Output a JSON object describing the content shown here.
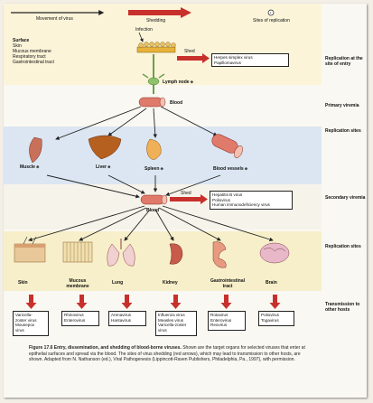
{
  "legend": {
    "movement": "Movement of virus",
    "shedding": "Shedding",
    "sites": "Sites of replication"
  },
  "entry": {
    "surface": "Surface",
    "items": [
      "Skin",
      "Mucous membrane",
      "Respiratory tract",
      "Gastrointestinal tract"
    ],
    "infection": "Infection",
    "shed": "Shed",
    "shed_viruses": [
      "Herpes simplex virus",
      "Papillomavirus"
    ],
    "lymph_node": "Lymph node",
    "blood": "Blood"
  },
  "replication_sites": [
    "Muscle",
    "Liver",
    "Spleen",
    "Blood vessels"
  ],
  "secondary": {
    "blood": "Blood",
    "shed": "Shed",
    "shed_viruses": [
      "Hepatitis B virus",
      "Poliovirus",
      "Human immunodeficiency virus"
    ]
  },
  "tissues": [
    {
      "label": "Skin",
      "viruses": [
        "Varicella-",
        "zoster virus",
        "Mousepox",
        "virus"
      ]
    },
    {
      "label": "Mucous membrane",
      "viruses": [
        "Rhinovirus",
        "Enterovirus"
      ]
    },
    {
      "label": "Lung",
      "viruses": [
        "Arenavirus",
        "Hantavirus"
      ]
    },
    {
      "label": "Kidney",
      "viruses": [
        "Influenza virus",
        "Measles virus",
        "Varicella-zoster",
        "virus"
      ]
    },
    {
      "label": "Gastrointestinal tract",
      "viruses": [
        "Rotavirus",
        "Enterovirus",
        "Reovirus"
      ]
    },
    {
      "label": "Brain",
      "viruses": [
        "Poliovirus",
        "Togavirus"
      ]
    }
  ],
  "side_labels": {
    "rep_entry": "Replication at the site of entry",
    "primary": "Primary viremia",
    "rep_sites": "Replication sites",
    "secondary": "Secondary viremia",
    "rep_sites2": "Replication sites",
    "transmission": "Transmission to other hosts"
  },
  "caption": {
    "title": "Figure 17.6  Entry, dissemination, and shedding of blood-borne viruses.",
    "body": "Shown are the target organs for selected viruses that enter at epithelial surfaces and spread via the blood. The sites of virus shedding (red arrows), which may lead to transmission to other hosts, are shown. Adapted from N. Nathanson (ed.), Viral Pathogenesis (Lippincott-Raven Publishers, Philadelphia, Pa., 1997), with permission."
  },
  "colors": {
    "shed_arrow": "#c8302c",
    "movement_arrow": "#222222",
    "rep_band": "#dbe6f2",
    "tissue_band": "#f7efc9",
    "top_band": "#fbf4d9"
  }
}
